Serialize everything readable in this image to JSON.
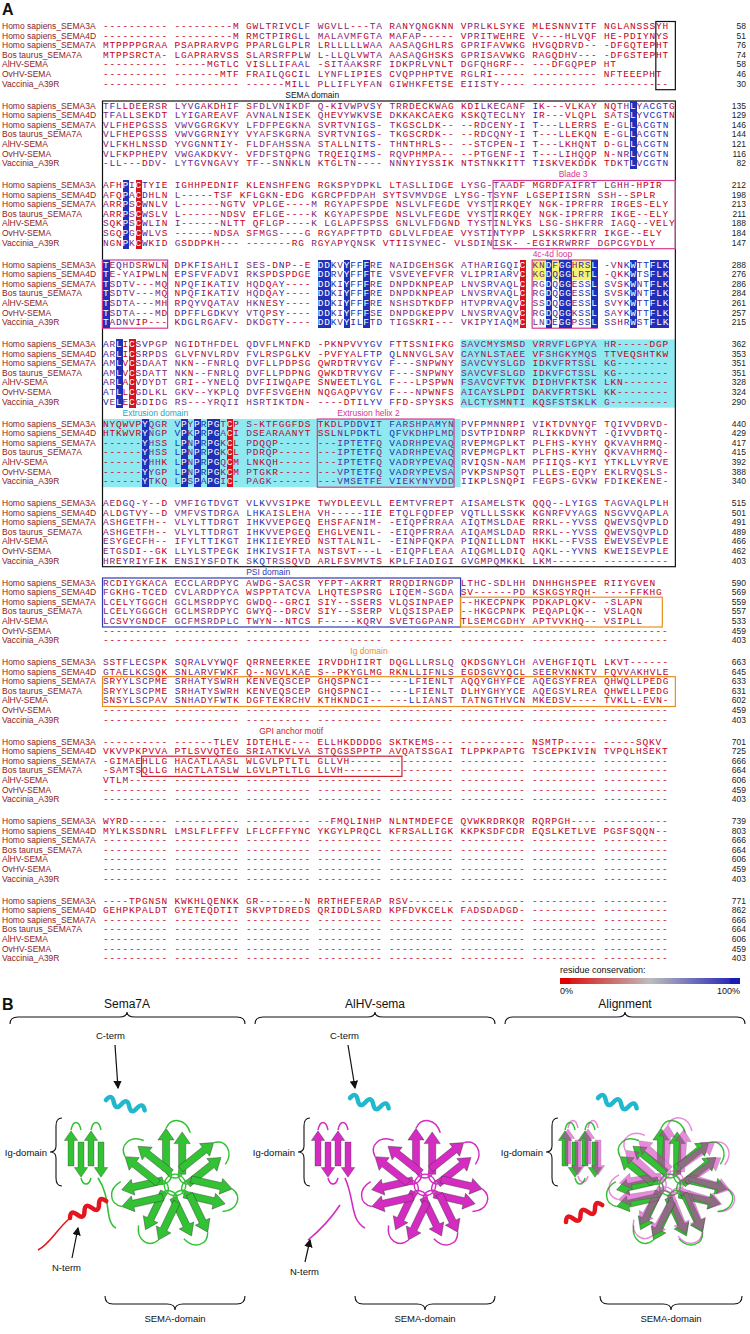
{
  "diagram": {
    "labels": [
      "A",
      "Homo sapiens_SEMA3A",
      "---------- ---------M GWLTRIVCLF WGVLL---TA RANYQNGKNN VPRLKLSYKE MLESNNVITF NGLANSSSYH",
      "58",
      "Homo sapiens_SEMA4D",
      "---------- ---------M RMCTPIRGLL MALAVMFGTA MAFAP----- VPRITWEHRE V----HLVQF HE-PDIYNYS",
      "51",
      "Homo sapiens_SEMA7A",
      "MTPPPPGRAA PSAPRARVPG PPARLGLPLR LRLLLLLWAA AASAQGHLRS GPRIFAVWKG HVGQDRVD-- -DFGQTEPHT",
      "76",
      "Bos taurus_SEMA7A",
      "MTPPSRCTA- LGAPRARVSS SLARSRFPLW L-LLQLVWTA AASAQGHSKS GPRISAVWKG RAGQDHV--- -DFGSTEPHT",
      "74",
      "AlHV-SEMA",
      "---------- -----MGTLC VISLLIFAAL -SITAAKSRF IDKPRLVNLT DGFQHGRF-- ---DFGQPEP HT",
      "58",
      "OvHV-SEMA",
      "---------- -------MTF FRAILQGCIL LYNFLIPIES CVQPPHPTVE RGLRI----- ---------- NFTEEEPHT",
      "46",
      "Vaccinia_A39R",
      "---------- ---------- ------MILL PLLIFLYFAN GIWHKFETSE EIISTY---- ---------- ----------",
      "30",
      "SEMA domain",
      "Homo sapiens_SEMA3A",
      "TFLLDEERSR LYVGAKDHIF SFDLVNIKDF Q-KIVWPVSY TRRDECKWAG KDILKECANF IK---VLKAY NQTHLYACGTG",
      "135",
      "Homo sapiens_SEMA4D",
      "TFALLSEKDT LYIGAREAVF AVNALNISEK QHEVYWKVSE DKKAKCAEKG KSKQTECLNY IR---VLQPL SATSLYVCGTN",
      "129",
      "Homo sapiens_SEMA7A",
      "VLFHEPGSSS VWVGGRGKVY LFDFPEGKNA SVRTVNIGS- TKGSCLDK-- --RDCENY-I T---LLERRS E-GLLACGTN",
      "146",
      "Bos taurus_SEMA7A",
      "VLFHEPGSSS VWVGGRNIYY VYAFSKGRNA SVRTVNIGS- TKGSCRDK-- --RDCQNY-I T---LLEKQN E-GLLACGTN",
      "144",
      "AlHV-SEMA",
      "VLFKHLNSSD YVGGNNTIY- FLDFAHSSNA STALLNITS- THNTHRLS-- --STCPEN-I T---LKHQNT D-GLLACGTN",
      "121",
      "OvHV-SEMA",
      "VLFKPPHEPV VWGAKDKVY- VFDFSTQPNG TRQEIQIMS- RQVPHMPA-- --PTGENF-I T---LIHQQP N-NRLVCGTN",
      "116",
      "Vaccinia_A39R",
      "-LL---DDV- LYTGVNGAVY TF--SNNKLN KTGLTN---- NNNYIYSSIK NTSTNKKITT TISKVEKDDK TDKTLVCGTN",
      "82",
      "Blade 3",
      "Homo sapiens_SEMA3A",
      "AFHPICTYIE IGHHPEDNIF KLENSHFENG RGKSPYDPKL LTASLLIDGE LYSG-TAADF MGRDFAIFRT LGHH-HPIR",
      "212",
      "Homo sapiens_SEMA4D",
      "AFQPACDHLN L-----TSF KFLGKN-EDG KGRCPFDPAH SYTSVMVDGE LYSG-TSYNF LGSEPIISRN SSH--SPLR",
      "198",
      "Homo sapiens_SEMA7A",
      "ARRPSCWNLV L------NGTV VPLGE----M RGYAPFSPDE NSLVLFEGDE VYSTIRKQEY NGK-IPRFRR IRGES-ELY",
      "213",
      "Bos taurus_SEMA7A",
      "ARRPSCWSLV L------NDSV EFLGE----K KGYAPFSPDE NSLVLFEGDE VYSTIRKQEY NGK-IPRFRR IKGE--ELY",
      "211",
      "AlHV-SEMA",
      "SQKPSCWLIN I------NLTT QFLGP----K LGLAPFSPSS GNLVLFDGND TYSTINLYKS LSG-SHKFRR IAGQ--VELY",
      "188",
      "OvHV-SEMA",
      "SGQPGCWLVS ------NDSA SFMGS----G RGYAPFTPTD GDLVLFDEAE VYSTINTYPP LSKKSRKFRR IKGE--ELY",
      "184",
      "Vaccinia_A39R",
      "NGNPKCWKID GSDDPKH--- -------RG RGYAPYQNSK VTIISYNEC- VLSDINISK- -EGIKRWRRF DGPCGYDLY",
      "147",
      "4c-4d loop",
      "Homo sapiens_SEMA3A",
      "TEQHDSRWLN DPKFISAHLI SES-DNP--E DDKVYFFFRE NAIDGEHSGK ATHARIGQIC KNDFGGHRSL -VNKWTTFLK",
      "288",
      "Homo sapiens_SEMA4D",
      "TE-YAIPWLN EPSFVFADVI RKSPDSPDGE DDRVYFFFTE VSVEYEFVFR VLIPRIARVC KGDQGGLRTL -QKKWTSFLK",
      "276",
      "Homo sapiens_SEMA7A",
      "TSDTV---MQ NPQFIKATIV HQDQAY---- DDKIYFFFRE DNPDKNPEAP LNVSRVAQLC RGDQGGESSL SVSKWNTFLK",
      "286",
      "Bos taurus_SEMA7A",
      "TSDTV---MQ NPQFIKATIV HQDQAY---- DDKIYFFFRE DNPDKNPEAP LNVSRVAQLC RGDQGGESSL SVSKWNTFLK",
      "284",
      "AlHV-SEMA",
      "TSDTA---MH RPQYVQATAV HKNESY---- DDKIYFFFRE NSHSDTKDFP HTVPRVAQVC SSDQGGESSL SVYKWTTFLK",
      "261",
      "OvHV-SEMA",
      "TSDTA---MD DPFFLGDKVY VTQPSY---- DDKIYFFFSE DNPDGKEPPV LNVSRVAQVC RGDQGGKSSL SAYKWTTFLK",
      "257",
      "Vaccinia_A39R",
      "TADNVIP--- KDGLRGAFV- DKDGTY---- DDKVYILFTD TIGSKRI--- VKIPYIAQMC LNDEGGPSSL SSHRWSTFLK",
      "215",
      "Homo sapiens_SEMA3A",
      "ARLICSVPGP NGIDTHFDEL QDVFLMNFKD -PKNPVVYGV FTTSSNIFKG SAVCMYSMSD VRRVFLGPYA HR-----DGP",
      "362",
      "Homo sapiens_SEMA4D",
      "ARLICSRPDS GLVFNVLRDV FVLRSPGLKV -PVFYALFTP QLNNVGLSAV CAYNLSTAEE VFSHGKYMQS TTVEQSHTKW",
      "353",
      "Homo sapiens_SEMA7A",
      "AMLVCSDAAT NKN--FNRLQ DVFLLPDPSG QWRDTRVYGV F---SNPWNY SAVCVYSLGD IDKVFRTSSL KG--------",
      "351",
      "Bos taurus_SEMA7A",
      "AMLVCSDATT NKN--FNRLQ DVFLLPDPNG QWKDTRVYGV F---SNPWNY SAVCVFSLGD IDKVFCTSSL KG--------",
      "351",
      "AlHV-SEMA",
      "ARLACVDYDT GRI--YNELQ DVFIIWQAPE SNWEETLYGL F---LPSPWN FSAVCVFTVK DIDHVFKTSK LKN-------",
      "328",
      "OvHV-SEMA",
      "ATLLCGDLKL GKV--YKPLQ DVFFSVGEHN NQGAQPVYGV F---NPWNFS AICAYSLPDI DAKVFRTSKL KK--------",
      "324",
      "Vaccinia_A39R",
      "VELECGDIDG RS---YRQII HSRTIKTDN- ----DTILYV FFD-SPYSKS ALCTYSMNTI KQSFSTSKLK G---------",
      "290",
      "Extrusion domain",
      "Extrusion helix 2",
      "Homo sapiens_SEMA3A",
      "NYQWVPYQGR VPYPRPGTCP S-KTFGGFDS TKDLPDDVIT FARSHPAMYN PVFPMNNRPI VIKTDVNYQF TQIVVDRVD-",
      "440",
      "Homo sapiens_SEMA4D",
      "HTKWVRYNGP VPKPRPGACI DSEARAANYT SSLNLPDKTL QFVKDHPLMD DSVTPIDNRP RLIKKDVNYT -QIVVDRTQ-",
      "429",
      "Homo sapiens_SEMA7A",
      "------YHSS LPNPRPGKCL PDQQP----- ---IPTETFQ VADRHPEVAQ RVEPMGPLKT PLFHS-KYHY QKVAVHRMQ-",
      "417",
      "Bos taurus_SEMA7A",
      "------YHSS LPNPRPGKCL PDRQP----- ---IPTETFQ VADRHPEVAQ RVEPMGPLKT PLFHS-KYHY QKVAVHRMQ-",
      "415",
      "AlHV-SEMA",
      "------YHHK LPNPRPGQCM LNKQH----- ---IPTETFQ VADRYPEVAQ RVIQSN-NAM PFIIQS-KYI YTKLLVYRVE",
      "392",
      "OvHV-SEMA",
      "------YYGP LPNPRPGKCM PTGKR----- ---VPTETFQ VADRYPEVSA PVKPSNPSQT PLLES-EQPY EKLRVQSLS-",
      "388",
      "Vaccinia_A39R",
      "------YTKQ LPSPAPGIC- PAGK------ ---VMSETFE VIEKYNYVDD IIKPLSNQPI FEGPS-GVKW FDIKEKENE-",
      "340",
      "Homo sapiens_SEMA3A",
      "AEDGQ-Y--D VMFIGTDVGT VLKVVSIPKE TWYDLEEVLL EEMTVFREPT AISAMELSTK QQQ--LYIGS TAGVAQLPLH",
      "515",
      "Homo sapiens_SEMA4D",
      "ALDGTVY--D VMFVSTDRGA LHKAISLEHA VH-----IIE ETQLFQDFEP VQTLLLSSKK KGNRFVYAGS NSGVVQAPLA",
      "501",
      "Homo sapiens_SEMA7A",
      "ASHGETFH-- VLYLTTDRGT IHKVVEPGEQ EHSFAFNIM- -EIQPFRRAA AIQTMSLDAE RRKL--YVSS QWEVSQVPLD",
      "491",
      "Bos taurus_SEMA7A",
      "ASHGETFH-- VLYLTTDRGT IHKVVEPGEQ EHGLVENIL- -EIQPFRRAA AIQAMSLDAD RRKL--YVSS QWEVSQVPLD",
      "489",
      "AlHV-SEMA",
      "ESYGECFH-- IFYLTTIKGT IHKIIEYRED NSTTALNIL- -EINPFQKPA PIQNILLDNT HKKL--FVSS EWEVSEVPLE",
      "466",
      "OvHV-SEMA",
      "ETGSDI--GK LLYLSTPEGK IHKIVSIFTA NSTSVT---L -EIQPFLEAA AIQGMLLDIQ AQKL--YVNS KWEISEVPLE",
      "462",
      "Vaccinia_A39R",
      "HREYRIYFIK ENSIYSFDTK SKQTRSSQVD ARLFSVMVTS KPLFIADIGI GVGMPQMKKL LKM------- ----------",
      "403",
      "PSI domain",
      "Homo sapiens_SEMA3A",
      "RCDIYGKACA ECCLARDPYC AWDG-SACSR YFPT-AKRRT RRQDIRNGDP LTHC-SDLHH DNHHGHSPEE RIIYGVEN",
      "590",
      "Homo sapiens_SEMA4D",
      "FGKHG-TCED CVLARDPYCA WSPPTATCVA LHQTESPSRG LIQEM-SGDA SV------PD KSKGSYRQH- ----FFKHG",
      "569",
      "Homo sapiens_SEMA7A",
      "LCELYTGGCH GCLMSRDPYC GWDQ--GRCI SIY--SSERS VLQSINPAEP --HKECPNPK PDKAPLQKV- -SLAPN",
      "559",
      "Bos taurus_SEMA7A",
      "LCELYGGGCH GCLMSRDPYC GWYQ--DRCV SIY--SSERP VLQSISPAEP --HKGCPNPK PEQAPLQK-- VSLAQN",
      "557",
      "AlHV-SEMA",
      "LCSVYGNDCF GCFMSRDPLC TWYN--NTCS F-----KQRV SVETGGPANR TLSEMCGDHY APTVVKHQ-- VSIPLL",
      "533",
      "OvHV-SEMA",
      "---------- ---------- ---------- ---------- ---------- ---------- ---------- ----------",
      "459",
      "Vaccinia_A39R",
      "---------- ---------- ---------- ---------- ---------- ---------- ---------- ----------",
      "403",
      "Ig domain",
      "Homo sapiens_SEMA3A",
      "SSTFLECSPK SQRALVYWQF QRRNEERKEE IRVDDHIIRT DQGLLLRSLQ QKDSGNYLCH AVEHGFIQTL LKVT------",
      "663",
      "Homo sapiens_SEMA4D",
      "GTAELKCSQK SNLARVFWKF Q--NGVLKAE S--PKYGLMG RKNLLIFNLS EGDSGVYQCL SEERVKNKTV FQVVAKHVLE",
      "645",
      "Homo sapiens_SEMA7A",
      "SRYYLSCPME SRHATYSWRH KENVEQSCEP GHQSPNCI-- ---LFIENLT AQQYGHYFCE AQEGSYFREA QHWQLLPEDG",
      "633",
      "Bos taurus_SEMA7A",
      "SRYYLSCPME SRHATYSWRH KENVEQSCEP GHQSPNCI-- ---LFIENLT DLHYGHYYCE AQEGSYLREA QHWELLPEDG",
      "631",
      "AlHV-SEMA",
      "SNSYLSCPAV SNHADYFWTK DGFTEKRCHV KTHKNDCI-- ---LLIANST TATNGTHVCN MKEDSV---- TVKLL-EVN-",
      "602",
      "OvHV-SEMA",
      "---------- ---------- ---------- ---------- ---------- ---------- ---------- ----------",
      "459",
      "Vaccinia_A39R",
      "---------- ---------- ---------- ---------- ---------- ---------- ---------- ----------",
      "403",
      "GPI anchor motif",
      "Homo sapiens_SEMA3A",
      "---------- ------TLEV IDTEHLE--- ELLHKDDDDG SKTKEMS--- ---------- NSMTP----- -----SQKV",
      "701",
      "Homo sapiens_SEMA4D",
      "VKVVPKPVVA PTLSVVQTEG SRIATKVLVA STQGSSPPTP AVQATSSGAI TLPPKPAPTG TSCEPKIVIN TVPQLHSEKT",
      "725",
      "Homo sapiens_SEMA7A",
      "-GIMAEHLLG HACATLAASL WLGVLPTLTL GLLVH----- ---------- ---------- ---------- ----------",
      "666",
      "Bos taurus_SEMA7A",
      "-SAMTSQLLG HACTLATSLW LGVLPTLTLG LLVH------ ---------- ---------- ---------- ----------",
      "664",
      "AlHV-SEMA",
      "VTLM------ ---------- ---------- ---------- ---------- ---------- ---------- ----------",
      "606",
      "OvHV-SEMA",
      "---------- ---------- ---------- ---------- ---------- ---------- ---------- ----------",
      "459",
      "Vaccinia_A39R",
      "---------- ---------- ---------- ---------- ---------- ---------- ---------- ----------",
      "403",
      "Homo sapiens_SEMA3A",
      "WYRD------ ---------- ---------- --FMQLINHP NLNTMDEFCE QVWKRDRKQR RQRPGH---- ----------",
      "739",
      "Homo sapiens_SEMA4D",
      "MYLKSSDNRL LMSLFLFFFV LFLCFFFYNC YKGYLPRQCL KFRSALLIGK KKPKSDFCDR EQSLKETLVE PGSFSQQN--",
      "803",
      "Homo sapiens_SEMA7A",
      "---------- ---------- ---------- ---------- ---------- ---------- ---------- ----------",
      "666",
      "Bos taurus_SEMA7A",
      "---------- ---------- ---------- ---------- ---------- ---------- ---------- ----------",
      "664",
      "AlHV-SEMA",
      "---------- ---------- ---------- ---------- ---------- ---------- ---------- ----------",
      "606",
      "OvHV-SEMA",
      "---------- ---------- ---------- ---------- ---------- ---------- ---------- ----------",
      "459",
      "Vaccinia_A39R",
      "---------- ---------- ---------- ---------- ---------- ---------- ---------- ----------",
      "403",
      "Homo sapiens_SEMA3A",
      "----TPGNSN KWKHLQENKK GR-------N RRTHEFERAP RSV------- ---------- ---------- ----------",
      "771",
      "Homo sapiens_SEMA4D",
      "GEHPKPALDT GYETEQDTIT SKVPTDREDS QRIDDLSARD KPFDVKCELK FADSDADGD- ---------- ----------",
      "862",
      "Homo sapiens_SEMA7A",
      "---------- ---------- ---------- ---------- ---------- ---------- ---------- ----------",
      "666",
      "Bos taurus_SEMA7A",
      "---------- ---------- ---------- ---------- ---------- ---------- ---------- ----------",
      "664",
      "AlHV-SEMA",
      "---------- ---------- ---------- ---------- ---------- ---------- ---------- ----------",
      "606",
      "OvHV-SEMA",
      "---------- ---------- ---------- ---------- ---------- ---------- ---------- ----------",
      "459",
      "Vaccinia_A39R",
      "---------- ---------- ---------- ---------- ---------- ---------- ---------- ----------",
      "403",
      "residue conservation:",
      "B",
      "Sema7A",
      "AlHV-sema",
      "Alignment",
      "C-term",
      "Ig-domain",
      "N-term",
      "SEMA-domain",
      "Ig-domain",
      "C-term",
      "N-term",
      "SEMA-domain",
      "Ig-domain",
      "SEMA-domain"
    ],
    "legend": [
      {
        "text": "0%",
        "color": "#e00000"
      },
      {
        "text": "100%",
        "color": "#1a1ab4"
      }
    ]
  }
}
